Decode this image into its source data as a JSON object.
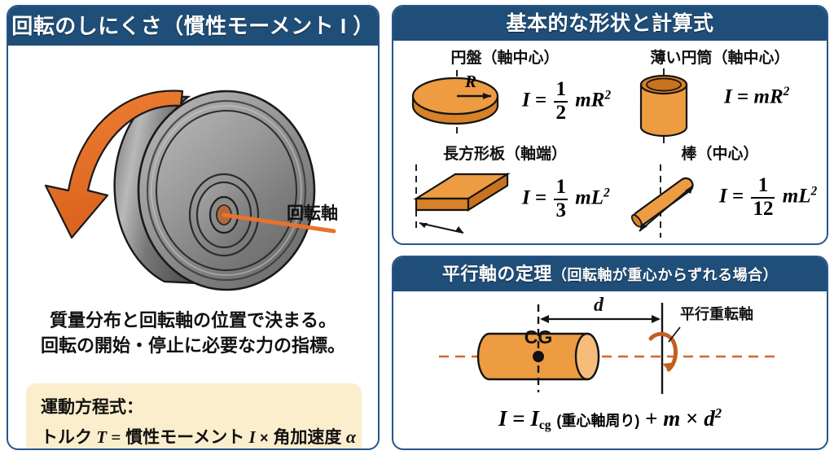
{
  "colors": {
    "header_blue": "#1f4e79",
    "border_blue": "#27558a",
    "accent_orange": "#e8732a",
    "shape_orange": "#e8943c",
    "note_cream": "#faeecd",
    "metal_gray": "#8d8d8d"
  },
  "left_panel": {
    "title": "回転のしにくさ（慣性モーメント I ）",
    "axis_label": "回転軸",
    "description_line1": "質量分布と回転軸の位置で決まる。",
    "description_line2": "回転の開始・停止に必要な力の指標。",
    "equation_box": {
      "label": "運動方程式：",
      "torque_word": "トルク",
      "torque_symbol": "T",
      "equals": "=",
      "inertia_word": "慣性モーメント",
      "inertia_symbol": "I",
      "times": "×",
      "alpha_word": "角加速度",
      "alpha_symbol": "α"
    }
  },
  "shapes_panel": {
    "title": "基本的な形状と計算式",
    "items": [
      {
        "name": "円盤（軸中心）",
        "shape": "disk",
        "radius_label": "R",
        "formula": {
          "lhs": "I",
          "coefficient": "",
          "numerator": "1",
          "denominator": "2",
          "mass": "m",
          "length_symbol": "R",
          "exponent": "2"
        }
      },
      {
        "name": "薄い円筒（軸中心）",
        "shape": "thin-cylinder",
        "radius_label": "",
        "formula": {
          "lhs": "I",
          "coefficient": "",
          "numerator": "",
          "denominator": "",
          "mass": "m",
          "length_symbol": "R",
          "exponent": "2"
        }
      },
      {
        "name": "長方形板（軸端）",
        "shape": "rect-plate",
        "radius_label": "",
        "formula": {
          "lhs": "I",
          "coefficient": "",
          "numerator": "1",
          "denominator": "3",
          "mass": "m",
          "length_symbol": "L",
          "exponent": "2"
        }
      },
      {
        "name": "棒（中心）",
        "shape": "rod",
        "radius_label": "",
        "formula": {
          "lhs": "I",
          "coefficient": "",
          "numerator": "1",
          "denominator": "12",
          "mass": "m",
          "length_symbol": "L",
          "exponent": "2"
        }
      }
    ]
  },
  "parallel_axis_panel": {
    "title_main": "平行軸の定理",
    "title_sub": "（回転軸が重心からずれる場合）",
    "distance_label": "d",
    "cg_label": "CG",
    "axis_label": "平行重転軸",
    "formula": {
      "lhs": "I",
      "equals": "=",
      "icg": "I",
      "icg_sub": "cg",
      "icg_note": "(重心軸周り)",
      "plus": "+",
      "mass": "m",
      "times": "×",
      "distance": "d",
      "exponent": "2"
    }
  }
}
